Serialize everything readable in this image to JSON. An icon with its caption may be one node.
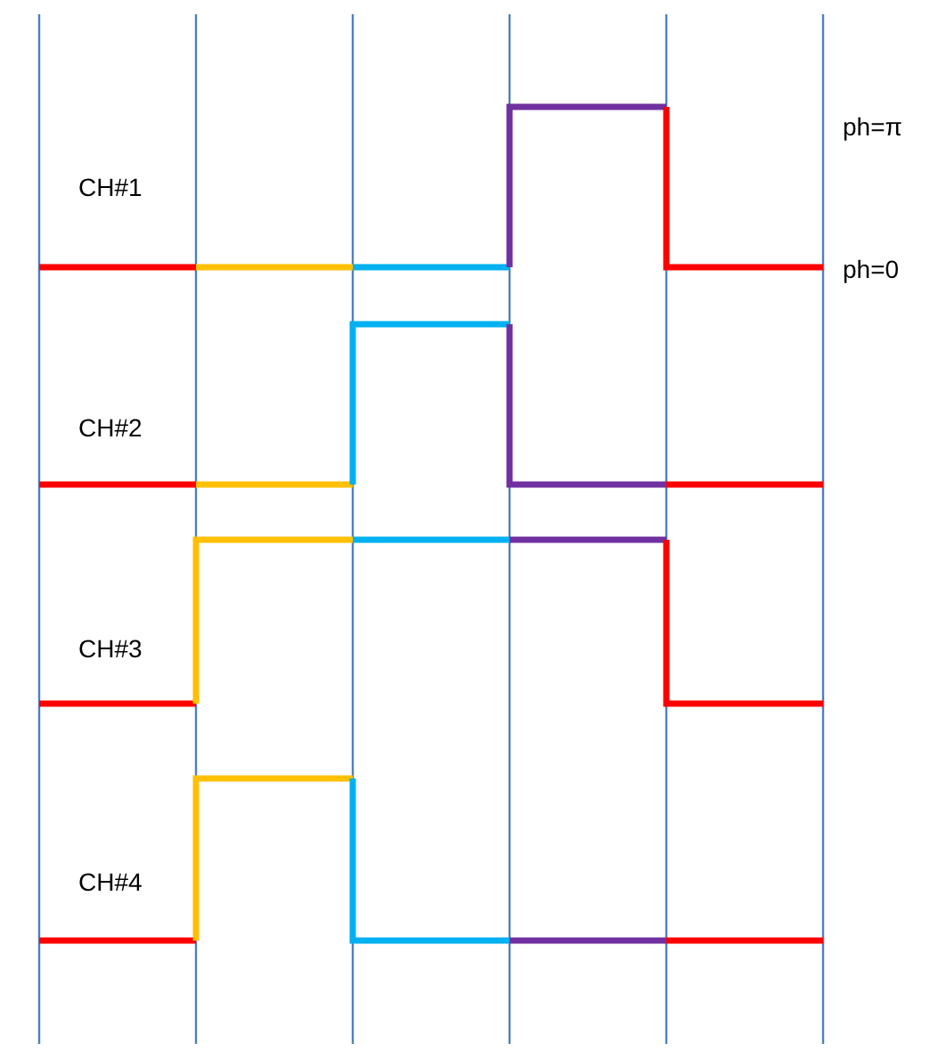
{
  "diagram": {
    "labels": [
      "ph=π",
      "CH#1",
      "ph=0",
      "CH#2",
      "CH#3",
      "CH#4"
    ]
  }
}
